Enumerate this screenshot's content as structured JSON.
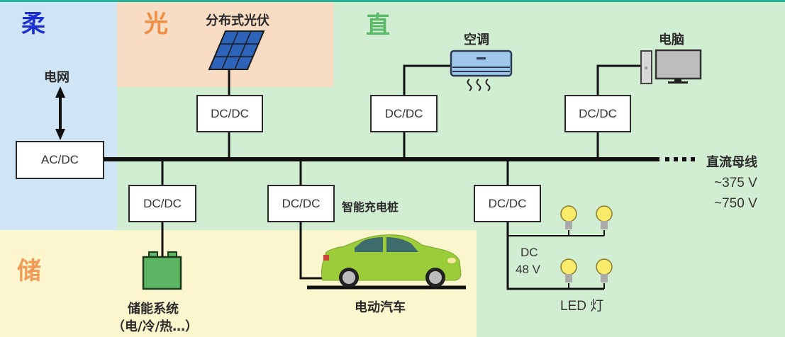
{
  "regions": {
    "flexible": "柔",
    "solar": "光",
    "dc": "直",
    "storage": "储"
  },
  "grid": {
    "label": "电网",
    "converter": "AC/DC"
  },
  "solar": {
    "label": "分布式光伏",
    "converter": "DC/DC"
  },
  "air_conditioner": {
    "label": "空调",
    "converter": "DC/DC"
  },
  "computer": {
    "label": "电脑",
    "converter": "DC/DC"
  },
  "storage": {
    "converter": "DC/DC",
    "label": "储能系统",
    "sublabel": "（电/冷/热…）"
  },
  "charger": {
    "converter": "DC/DC",
    "label": "智能充电桩",
    "vehicle_label": "电动汽车"
  },
  "led": {
    "converter": "DC/DC",
    "voltage_line1": "DC",
    "voltage_line2": "48 V",
    "label": "LED 灯"
  },
  "bus": {
    "label": "直流母线",
    "voltage1": "~375 V",
    "voltage2": "~750 V"
  },
  "colors": {
    "flexible": "#1d2fd0",
    "solar": "#ef8f45",
    "dc": "#5bb96a",
    "storage": "#ef9a55",
    "accent": "#2bb39b"
  }
}
